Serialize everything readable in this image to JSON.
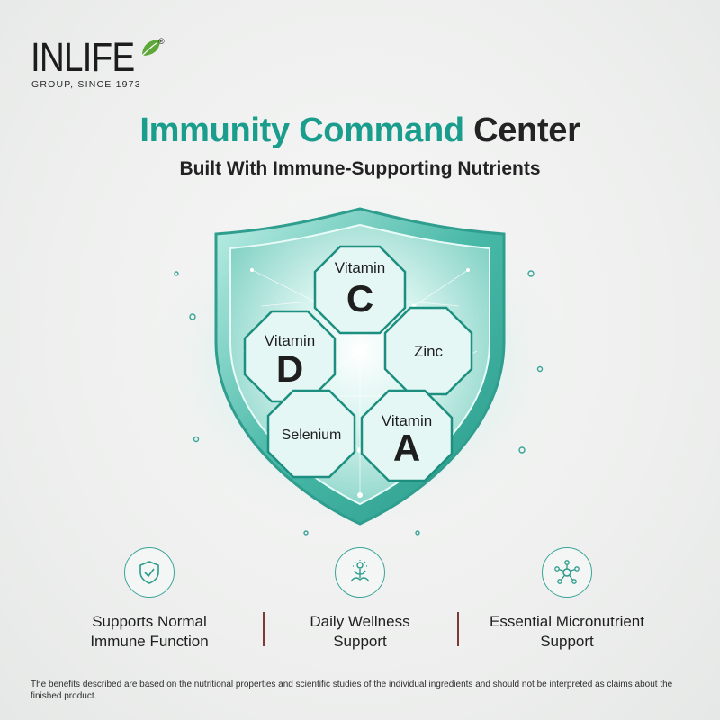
{
  "brand": {
    "name": "INLIFE",
    "registered": "®",
    "tagline": "GROUP, SINCE 1973"
  },
  "headline": {
    "accent": "Immunity Command",
    "rest": "Center"
  },
  "subheadline": "Built With Immune-Supporting Nutrients",
  "shield": {
    "nutrients": [
      {
        "line1": "Vitamin",
        "line2": "C"
      },
      {
        "line1": "Vitamin",
        "line2": "D"
      },
      {
        "line1": "Zinc",
        "line2": ""
      },
      {
        "line1": "Selenium",
        "line2": ""
      },
      {
        "line1": "Vitamin",
        "line2": "A"
      }
    ]
  },
  "features": [
    {
      "icon": "shield-check-icon",
      "text": "Supports Normal\nImmune Function"
    },
    {
      "icon": "wellness-person-icon",
      "text": "Daily Wellness\nSupport"
    },
    {
      "icon": "molecule-icon",
      "text": "Essential Micronutrient\nSupport"
    }
  ],
  "disclaimer": "The benefits described are based on the nutritional properties and scientific studies of the individual ingredients and should not be interpreted as claims about the finished product.",
  "colors": {
    "accent": "#1a9d8c",
    "shield_teal": "#3fb5a5",
    "divider": "#7b3a36",
    "text_dark": "#232323"
  }
}
